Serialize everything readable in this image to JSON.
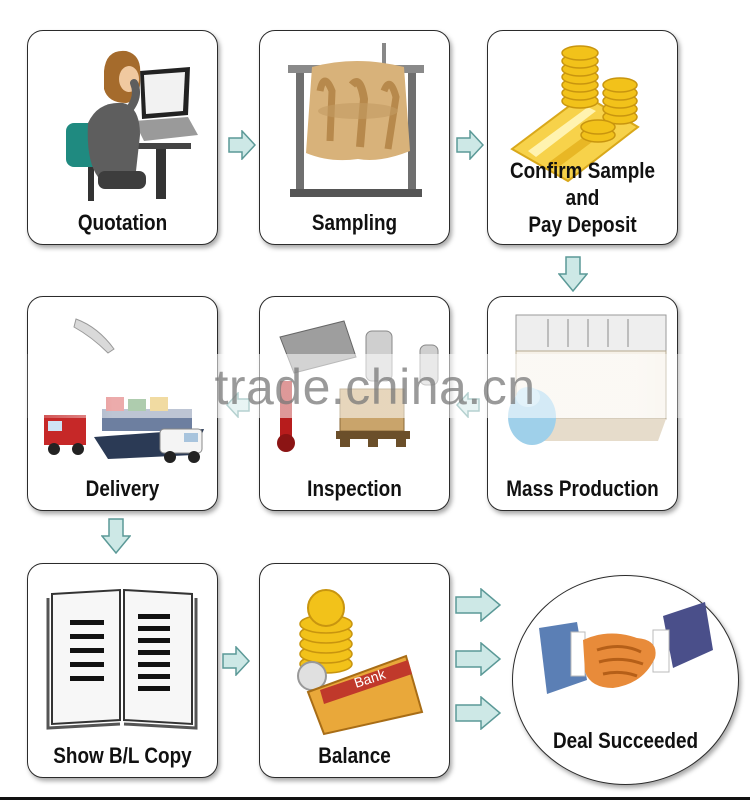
{
  "steps": {
    "quotation": "Quotation",
    "sampling": "Sampling",
    "confirm_line1": "Confirm Sample and",
    "confirm_line2": "Pay Deposit",
    "delivery": "Delivery",
    "inspection": "Inspection",
    "mass_production": "Mass Production",
    "show_bl": "Show B/L Copy",
    "balance": "Balance",
    "deal": "Deal Succeeded"
  },
  "watermark": "trade.china.cn",
  "balance_card_text": "Bank",
  "colors": {
    "arrow_fill": "#cde8e6",
    "arrow_stroke": "#5b9997",
    "box_border": "#2b2b2b",
    "coin_gold": "#f2c21a"
  }
}
